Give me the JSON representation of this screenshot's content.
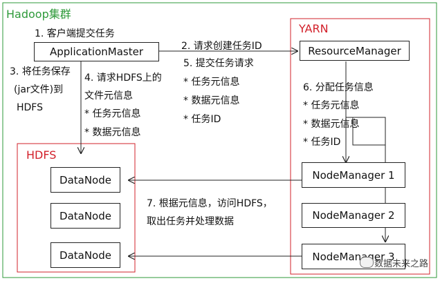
{
  "hadoop": {
    "title": "Hadoop集群"
  },
  "yarn": {
    "title": "YARN"
  },
  "hdfs": {
    "title": "HDFS"
  },
  "nodes": {
    "app_master": "ApplicationMaster",
    "resource_manager": "ResourceManager",
    "node_manager_1": "NodeManager  1",
    "node_manager_2": "NodeManager  2",
    "node_manager_3": "NodeManager  3",
    "datanode_1": "DataNode",
    "datanode_2": "DataNode",
    "datanode_3": "DataNode"
  },
  "steps": {
    "s1": "1. 客户端提交任务",
    "s2": "2. 请求创建任务ID",
    "s3_l1": "3. 将任务保存",
    "s3_l2": "(jar文件)到",
    "s3_l3": "HDFS",
    "s4_l1": "4. 请求HDFS上的",
    "s4_l2": "文件元信息",
    "s4_l3": "* 任务元信息",
    "s4_l4": "* 数据元信息",
    "s5_l1": "5. 提交任务请求",
    "s5_l2": "* 任务元信息",
    "s5_l3": "* 数据元信息",
    "s5_l4": "* 任务ID",
    "s6_l1": "6. 分配任务信息",
    "s6_l2": "* 任务元信息",
    "s6_l3": "* 数据元信息",
    "s6_l4": "* 任务ID",
    "s7_l1": "7. 根据元信息，访问HDFS，",
    "s7_l2": "取出任务并处理数据"
  },
  "watermark": {
    "text": "数据未来之路"
  },
  "colors": {
    "hadoop_border": "#2e9a3a",
    "cluster_border": "#d2202a",
    "title_green": "#2e9a3a",
    "title_red": "#d2202a"
  }
}
